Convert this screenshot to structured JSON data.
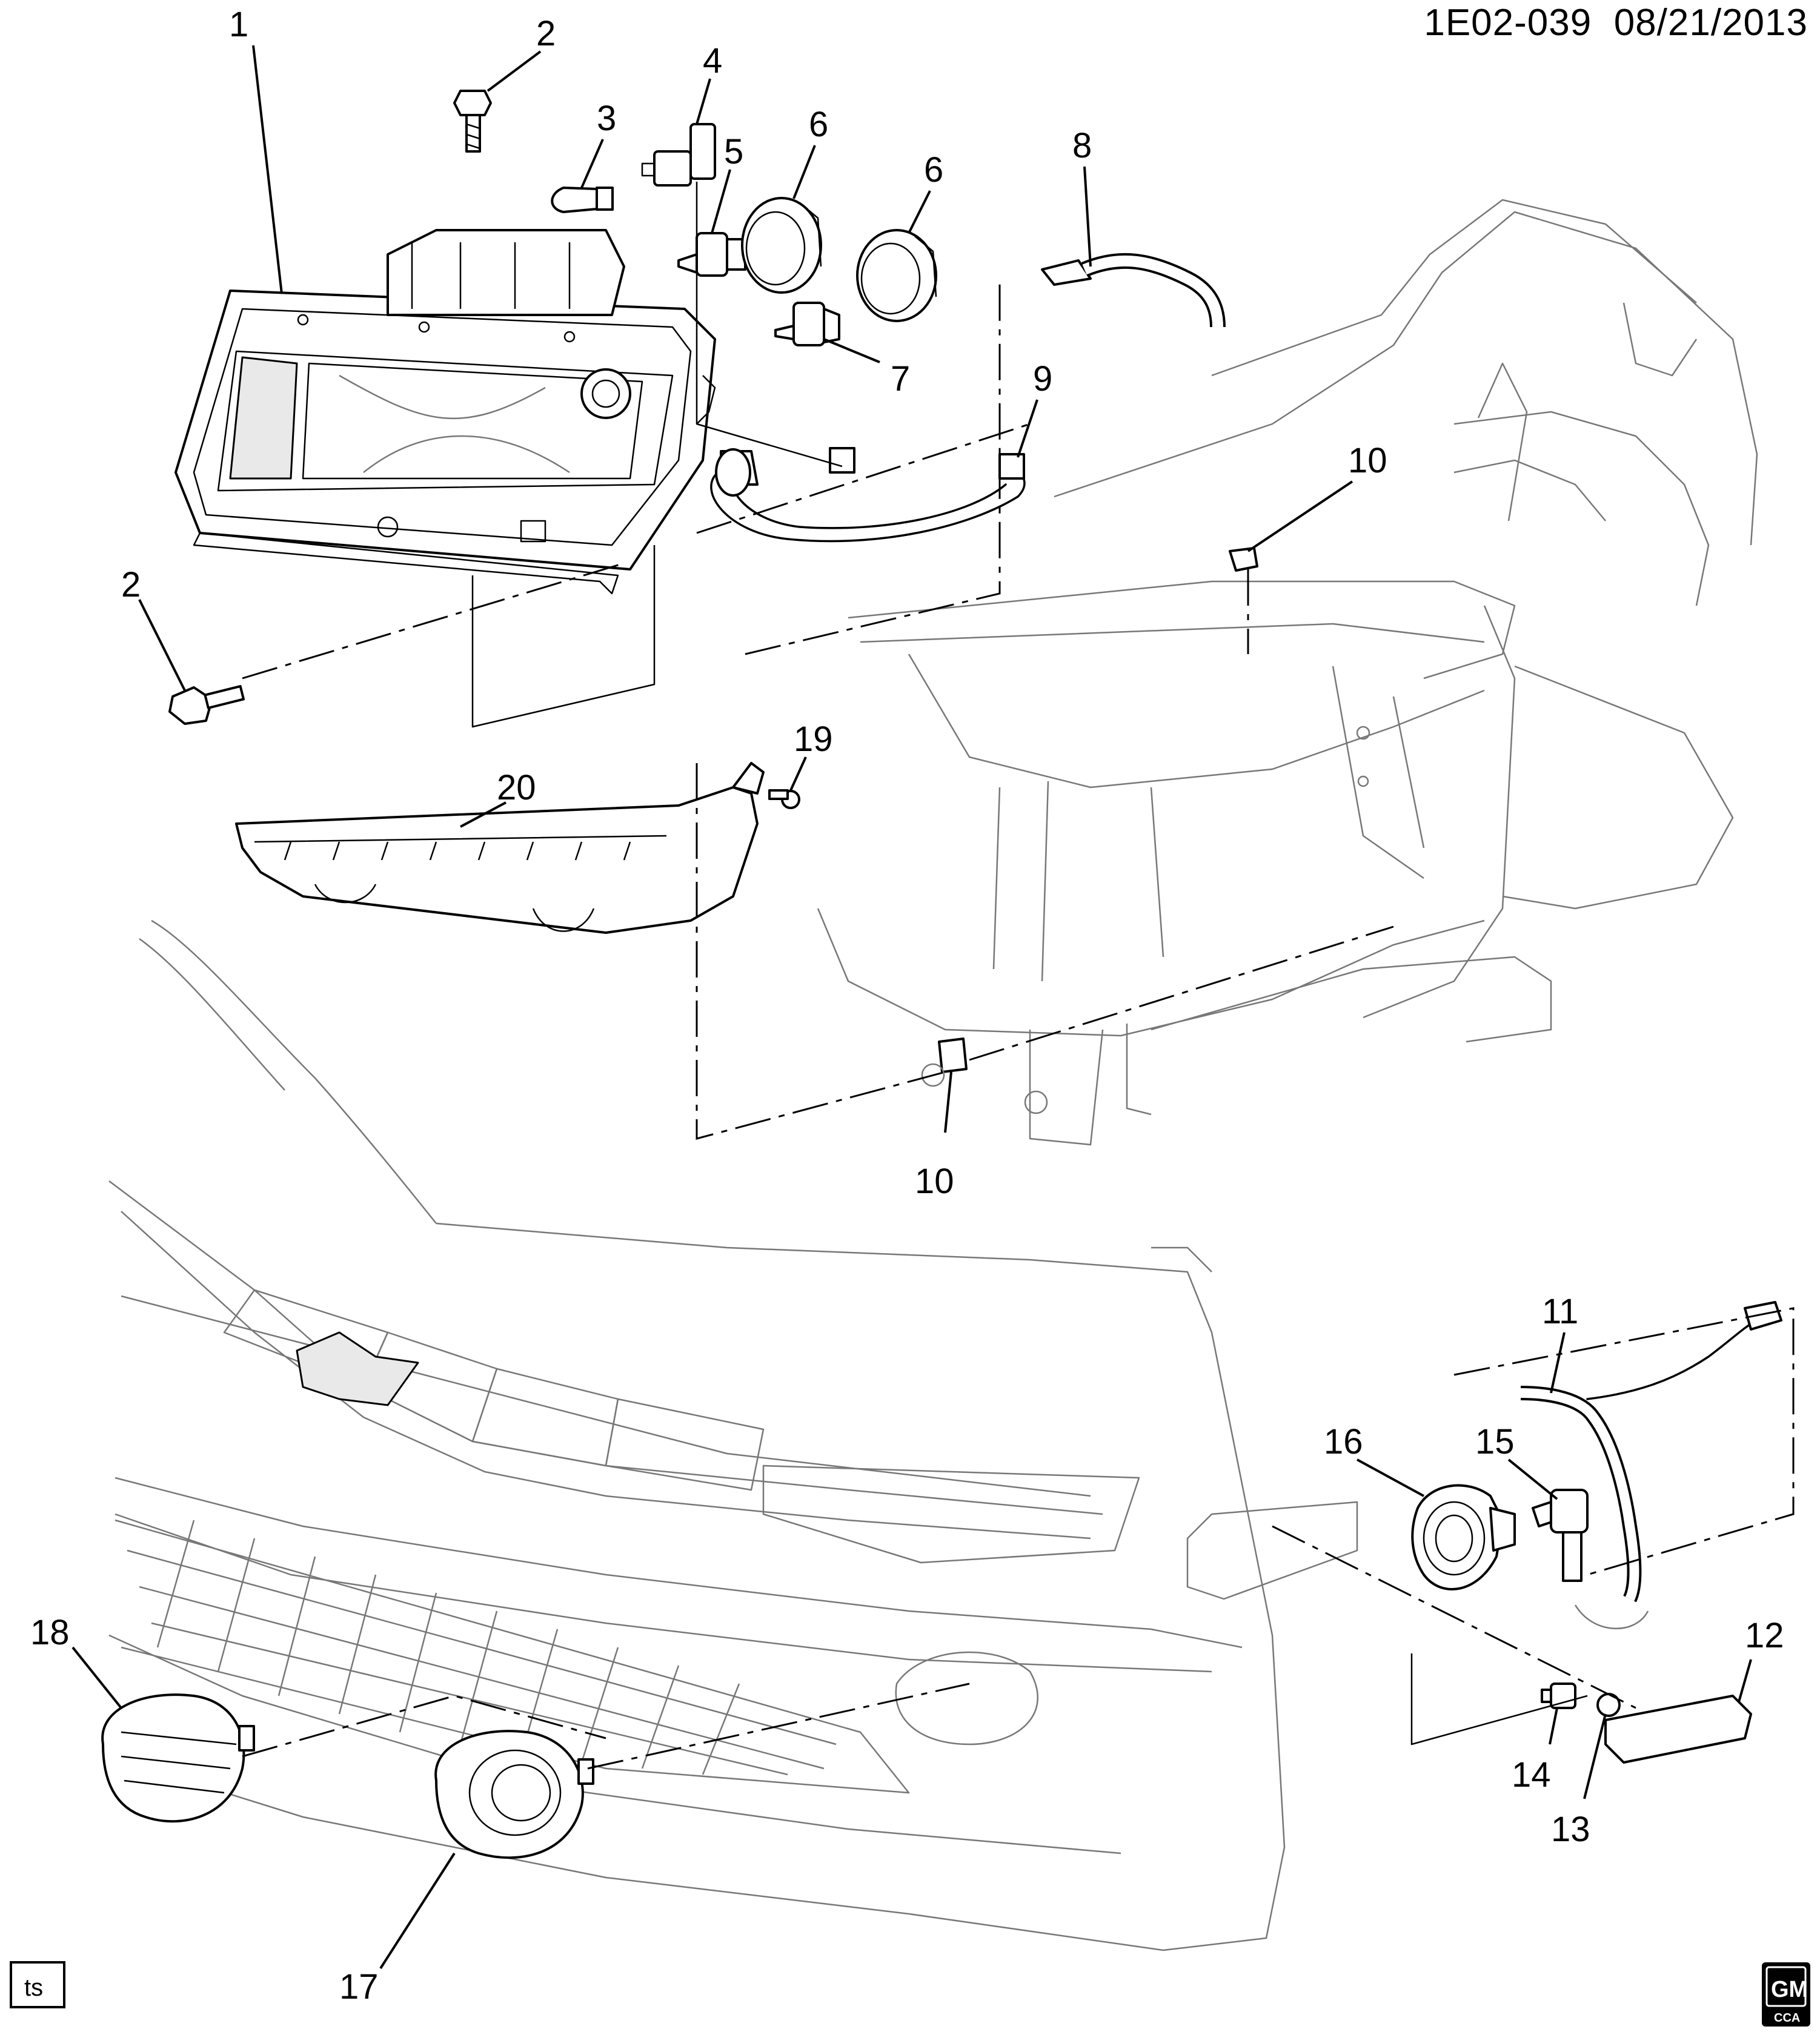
{
  "header": {
    "diagram_id": "1E02-039",
    "date": "08/21/2013"
  },
  "callouts": [
    {
      "n": "1",
      "label": "1"
    },
    {
      "n": "2a",
      "label": "2"
    },
    {
      "n": "2b",
      "label": "2"
    },
    {
      "n": "3",
      "label": "3"
    },
    {
      "n": "4",
      "label": "4"
    },
    {
      "n": "5",
      "label": "5"
    },
    {
      "n": "6a",
      "label": "6"
    },
    {
      "n": "6b",
      "label": "6"
    },
    {
      "n": "7",
      "label": "7"
    },
    {
      "n": "8",
      "label": "8"
    },
    {
      "n": "9",
      "label": "9"
    },
    {
      "n": "10a",
      "label": "10"
    },
    {
      "n": "10b",
      "label": "10"
    },
    {
      "n": "11",
      "label": "11"
    },
    {
      "n": "12",
      "label": "12"
    },
    {
      "n": "13",
      "label": "13"
    },
    {
      "n": "14",
      "label": "14"
    },
    {
      "n": "15",
      "label": "15"
    },
    {
      "n": "16",
      "label": "16"
    },
    {
      "n": "17",
      "label": "17"
    },
    {
      "n": "18",
      "label": "18"
    },
    {
      "n": "19",
      "label": "19"
    },
    {
      "n": "20",
      "label": "20"
    }
  ],
  "footer": {
    "corner_tag": "ts",
    "logo_text": "GM",
    "logo_subtext": "CCA"
  }
}
